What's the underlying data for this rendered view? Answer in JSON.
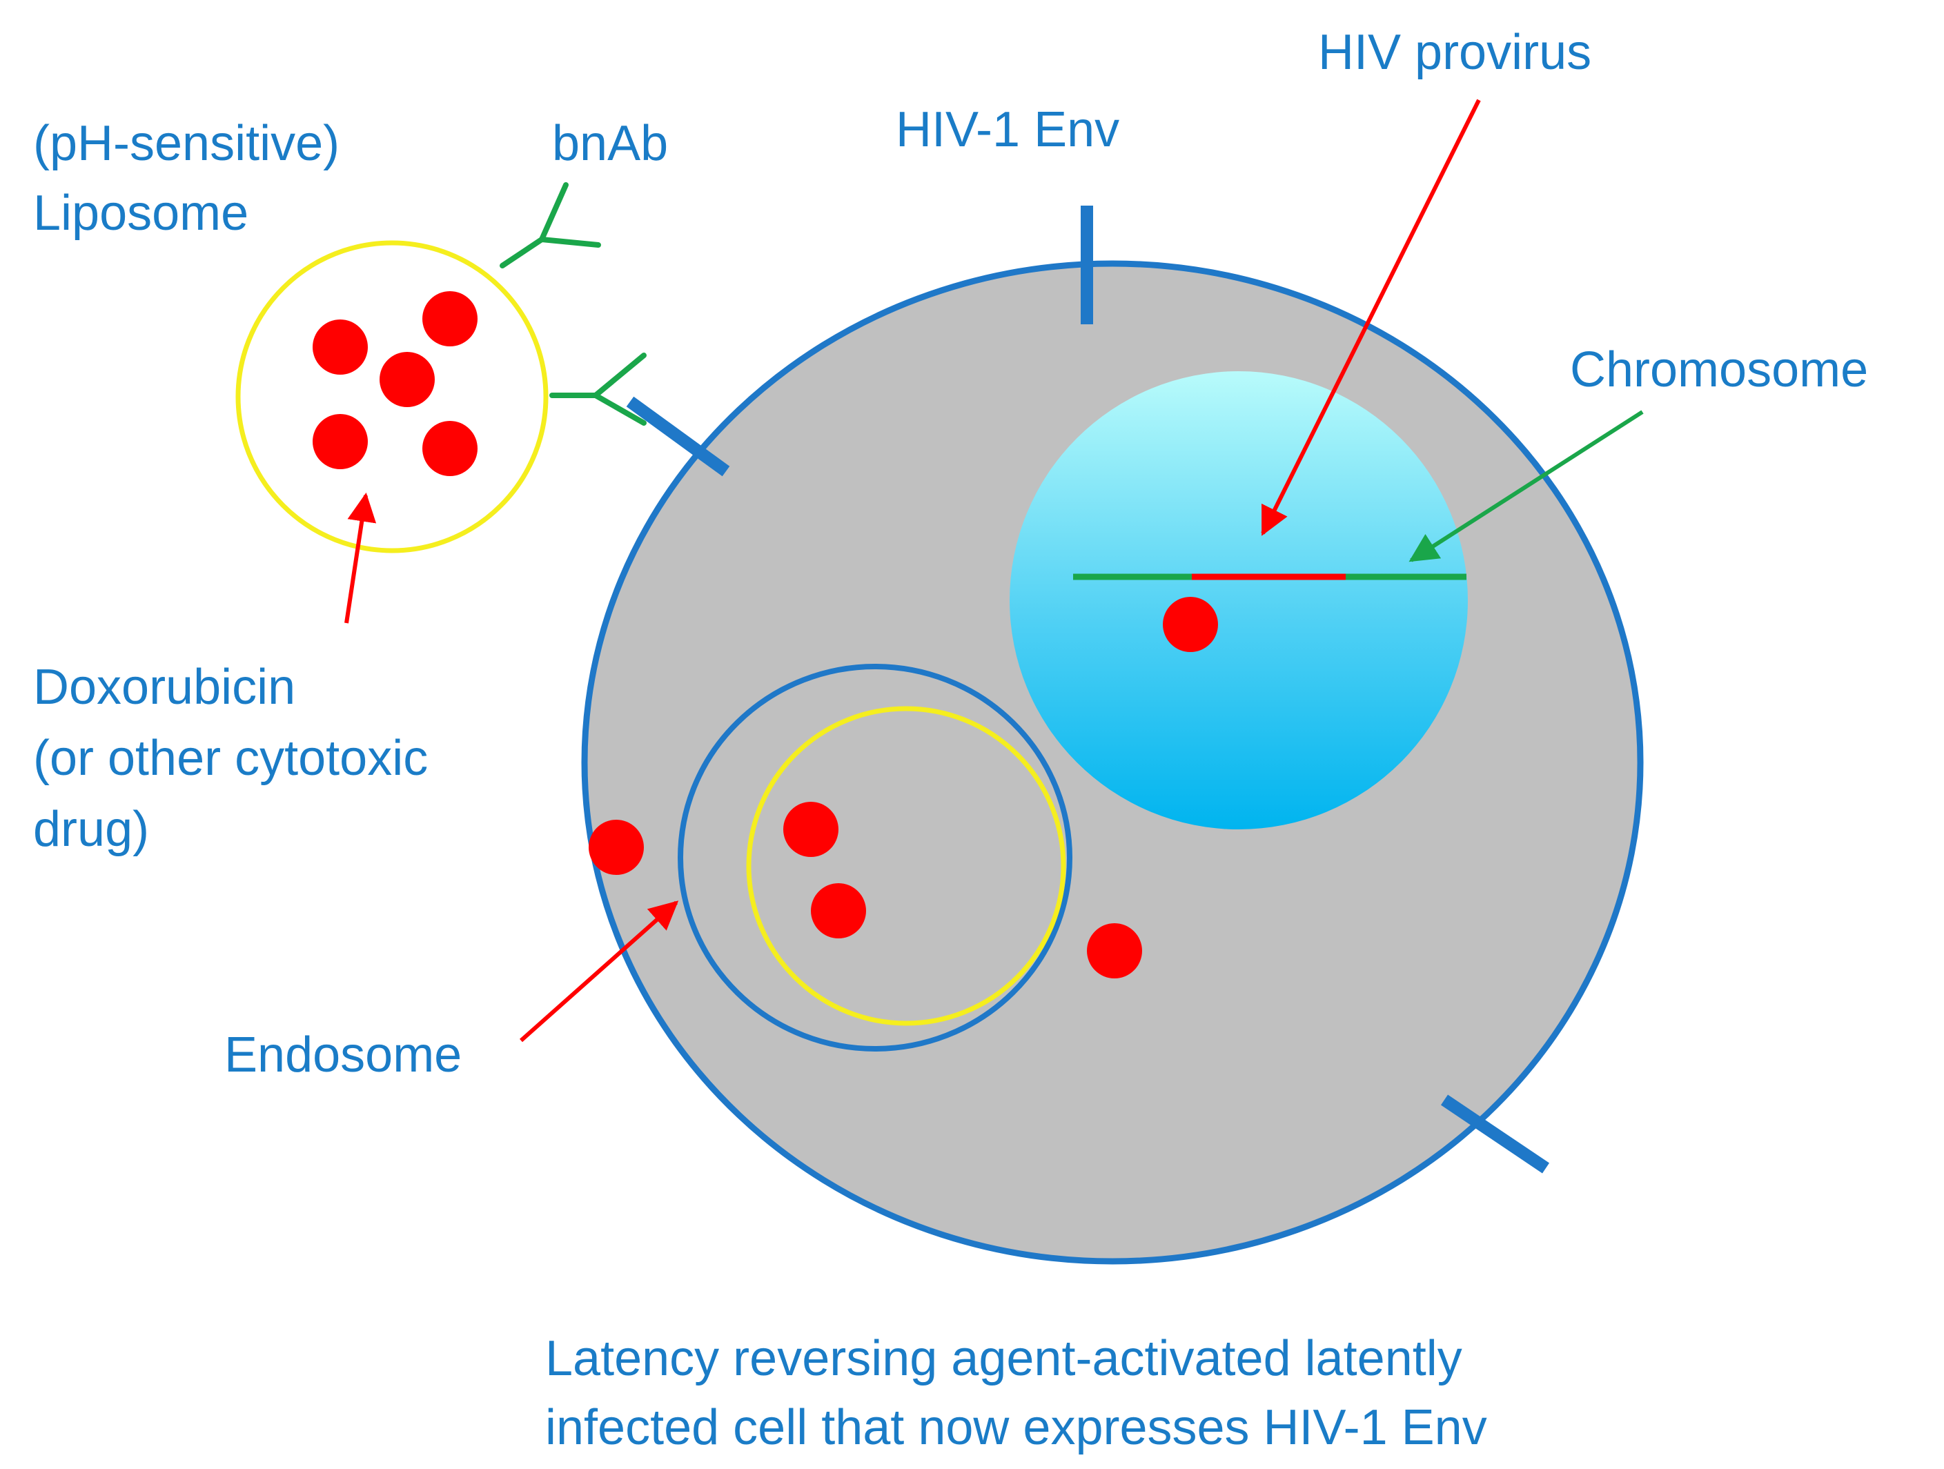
{
  "labels": {
    "liposome_line1": "(pH-sensitive)",
    "liposome_line2": "Liposome",
    "bnab": "bnAb",
    "env": "HIV-1 Env",
    "provirus": "HIV provirus",
    "chromosome": "Chromosome",
    "doxorubicin_line1": "Doxorubicin",
    "doxorubicin_line2": "(or other cytotoxic",
    "doxorubicin_line3": "drug)",
    "endosome": "Endosome",
    "caption_line1": "Latency reversing agent-activated latently",
    "caption_line2": "infected cell that now expresses HIV-1 Env"
  },
  "colors": {
    "label_text": "#1a7cc7",
    "cell_fill": "#c0c0c0",
    "cell_membrane": "#1f78c8",
    "liposome_membrane": "#f5ee1e",
    "drug": "#ff0000",
    "antibody": "#1aa64a",
    "chromosome": "#1aa64a",
    "provirus": "#ff0000",
    "nucleus_top": "#b8fbfb",
    "nucleus_bottom": "#00b4ef",
    "arrow_red": "#ff0000",
    "arrow_green": "#1aa64a"
  }
}
